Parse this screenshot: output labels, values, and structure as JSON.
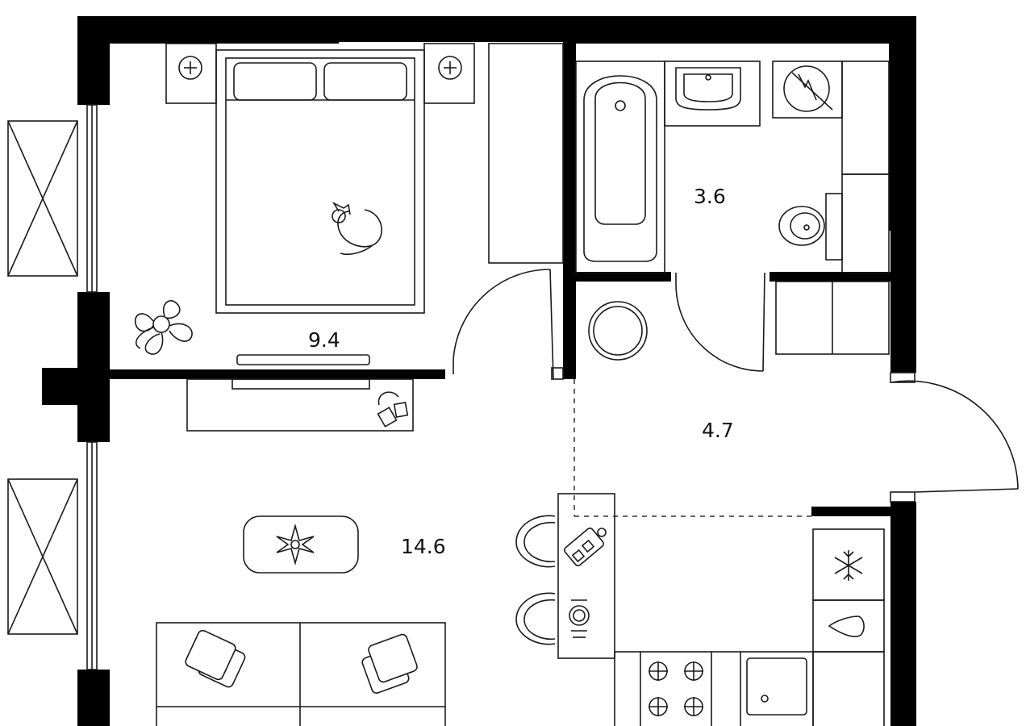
{
  "rooms": {
    "bedroom": {
      "area": "9.4"
    },
    "bathroom": {
      "area": "3.6"
    },
    "hallway": {
      "area": "4.7"
    },
    "living_kitchen": {
      "area": "14.6"
    }
  }
}
